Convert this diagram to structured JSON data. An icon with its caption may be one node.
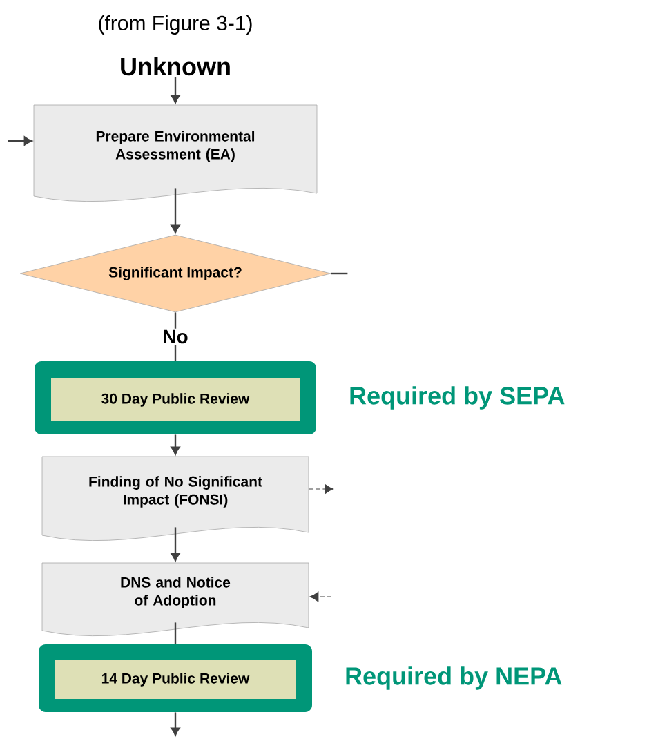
{
  "diagram": {
    "nodes": [
      {
        "text": [
          "Unknown"
        ]
      },
      {
        "text": [
          "Prepare Environmental Assessment (EA)"
        ]
      },
      {
        "text": [
          "Significant Impact?"
        ]
      },
      {
        "text": [],
        "shape": "box",
        "beside": [
          "Required by SEPA"
        ]
      },
      {
        "text": [
          "30 Day Public Review"
        ],
        "in": 3
      },
      {
        "text": [
          "Finding of No Significant Impact (FONSI)"
        ]
      },
      {
        "text": [
          "DNS and Notice of Adoption"
        ]
      },
      {
        "text": [],
        "shape": "box",
        "beside": [
          "Required by NEPA"
        ]
      },
      {
        "text": [
          "14 Day Public Review"
        ],
        "in": 7
      }
    ],
    "edges": [
      {
        "from": 0,
        "to": 1,
        "arrow": "to"
      },
      {
        "from": null,
        "to": 1,
        "arrow": "to"
      },
      {
        "from": 1,
        "to": 2,
        "arrow": "to"
      },
      {
        "from": 2,
        "to": null,
        "arrow": "none"
      },
      {
        "from": 2,
        "to": 3,
        "arrow": "none",
        "label": "No"
      },
      {
        "from": 3,
        "to": 5,
        "arrow": "to"
      },
      {
        "from": 5,
        "to": 6,
        "arrow": "to"
      },
      {
        "from": 5,
        "to": null,
        "arrow": "to",
        "style": "dashed"
      },
      {
        "from": null,
        "to": 6,
        "arrow": "to",
        "style": "dashed"
      },
      {
        "from": 6,
        "to": 7,
        "arrow": "none"
      },
      {
        "from": 7,
        "to": null,
        "arrow": "to"
      }
    ],
    "labels": [
      "(from Figure 3-1)"
    ]
  }
}
